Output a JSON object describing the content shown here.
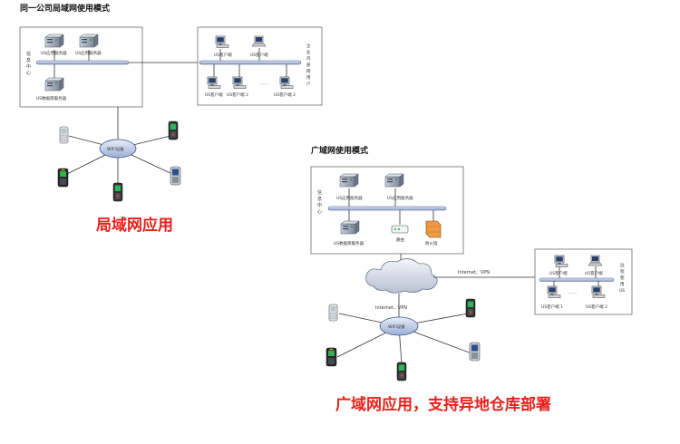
{
  "lan": {
    "title": "同一公司局域网使用模式",
    "info_center_chars": [
      "信",
      "息",
      "中",
      "心"
    ],
    "servers": {
      "app_server_1": "US应用服务器",
      "app_server_2": "US应用服务器",
      "db_server": "US数据库服务器"
    },
    "intranet_label_chars": [
      "企",
      "业",
      "内",
      "部",
      "网",
      "用",
      "户"
    ],
    "clients": {
      "top_1": "US客户端",
      "top_2": "US客户端",
      "bottom_1": "US客户端",
      "bottom_2": "US客户端 2",
      "bottom_3": "US客户端 2",
      "ellipsis": "……"
    },
    "wifi_label": "WIFI设备",
    "caption": "局域网应用"
  },
  "wan": {
    "title": "广域网使用模式",
    "info_center_chars": [
      "信",
      "息",
      "中",
      "心"
    ],
    "servers": {
      "app_server_1": "US应用服务器",
      "app_server_2": "US应用服务器",
      "db_server": "US数据库服务器",
      "router": "路由",
      "firewall": "防火墙"
    },
    "internet_vpn_right": "Internet、VPN",
    "internet_vpn_left": "Internet、VPN",
    "remote_label_chars": [
      "远",
      "程",
      "使",
      "用",
      "US"
    ],
    "clients": {
      "top_1": "US客户端",
      "top_2": "US客户端",
      "bottom_1": "US客户端 1",
      "bottom_2": "US客户端 2",
      "ellipsis": "……"
    },
    "wifi_label": "WIFI设备",
    "caption": "广域网应用，支持异地仓库部署"
  }
}
